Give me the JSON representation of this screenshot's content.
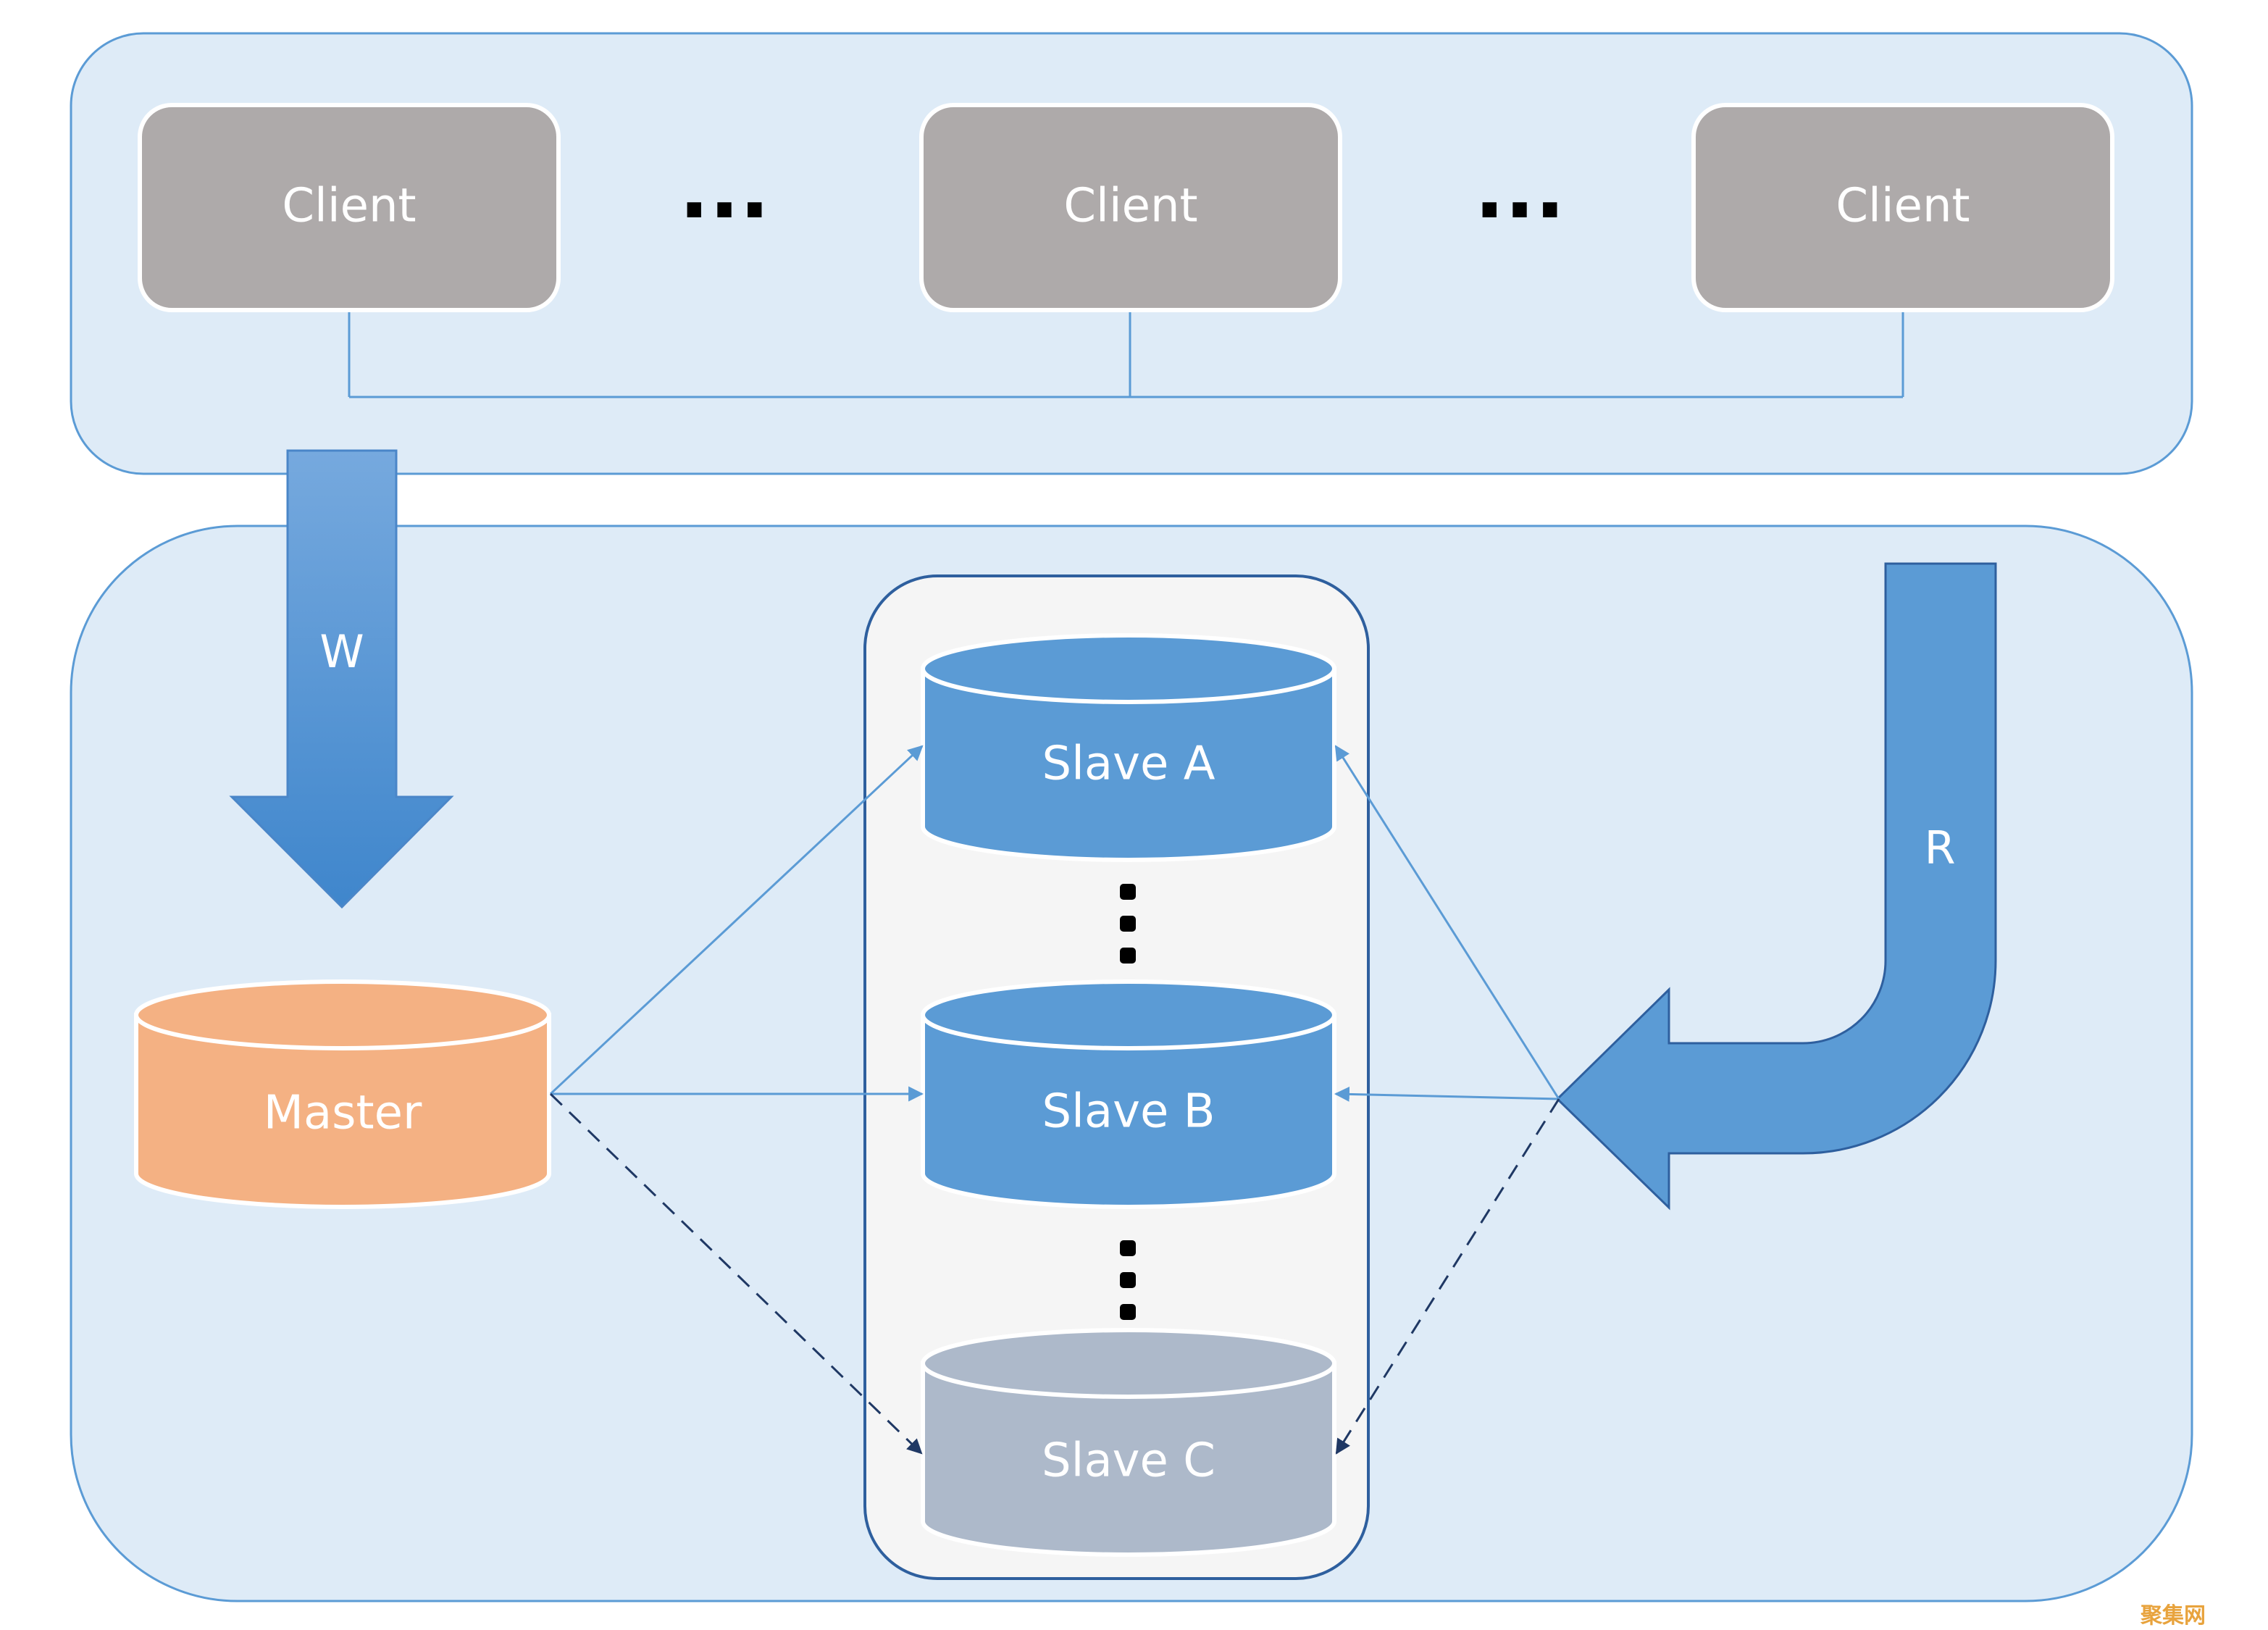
{
  "clients": [
    {
      "label": "Client"
    },
    {
      "label": "Client"
    },
    {
      "label": "Client"
    }
  ],
  "ellipsis": "...",
  "write_arrow": {
    "label": "W"
  },
  "read_arrow": {
    "label": "R"
  },
  "master": {
    "label": "Master",
    "color": "#f4b183"
  },
  "slaves": [
    {
      "label": "Slave A",
      "color": "#5b9bd5"
    },
    {
      "label": "Slave B",
      "color": "#5b9bd5"
    },
    {
      "label": "Slave C",
      "color": "#adb9ca"
    }
  ],
  "colors": {
    "panel_fill": "#deebf7",
    "panel_stroke": "#5b9bd5",
    "client_fill": "#aeaaaa",
    "arrow_blue": "#5b9bd5",
    "dashed_arrow": "#1f3864",
    "label_text": "#ffffff"
  },
  "watermark": "聚集网"
}
